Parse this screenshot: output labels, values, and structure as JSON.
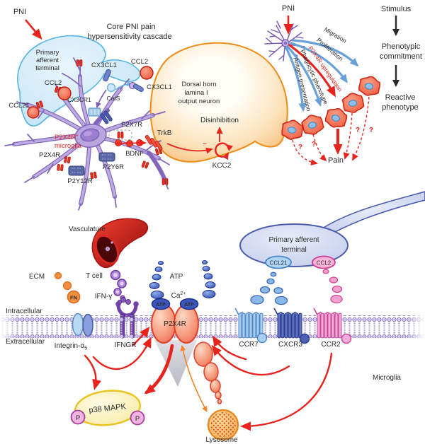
{
  "panel_cascade": {
    "pni": "PNI",
    "title_line1": "Core PNI pain",
    "title_line2": "hypersensitivity cascade",
    "primary_afferent_line1": "Primary",
    "primary_afferent_line2": "afferent",
    "primary_afferent_line3": "terminal",
    "ccl2_terminal": "CCL2",
    "ccl21": "CCL21",
    "cx3cl1_terminal": "CX3CL1",
    "cx3cr1": "CX3CR1",
    "cats": "CatS",
    "p2x7r": "P2X7R",
    "ccl2_neuron": "CCL2",
    "cx3cl1_neuron": "CX3CL1",
    "neuron_line1": "Dorsal horn",
    "neuron_line2": "lamina I",
    "neuron_line3": "output neuron",
    "microglia_base": "P2X4R",
    "microglia_sup": "+",
    "microglia_line2": "microglia",
    "p2x4r": "P2X4R",
    "p2y12r": "P2Y12R",
    "p2y6r": "P2Y6R",
    "bdnf": "BDNF",
    "trkb": "TrkB",
    "minus": "–",
    "kcc2": "KCC2",
    "disinhibition": "Disinhibition"
  },
  "panel_phenotype": {
    "pni": "PNI",
    "stimulus": "Stimulus",
    "phenotypic_line1": "Phenotypic",
    "phenotypic_line2": "commitment",
    "reactive_line1": "Reactive",
    "reactive_line2": "phenotype",
    "arrow_migration": "Migration",
    "arrow_proliferation": "Proliferation",
    "arrow_upregulation": "P2X4R upregulation",
    "arrow_phagocytic": "Phagocytic phenotype",
    "arrow_antigen": "Antigen presentation",
    "pain": "Pain",
    "question_mark": "?"
  },
  "panel_membrane": {
    "vasculature": "Vasculature",
    "t_cell": "T cell",
    "ecm": "ECM",
    "fn": "FN",
    "ifn_gamma": "IFN-γ",
    "ifngr": "IFNGR",
    "intracellular": "Intracellular",
    "extracellular": "Extracellular",
    "integrin_base": "Integrin-α",
    "integrin_sub": "5",
    "atp": "ATP",
    "atp_bound": "ATP",
    "ca_base": "Ca",
    "ca_sup": "2+",
    "p2x4r": "P2X4R",
    "ccr7": "CCR7",
    "cxcr3": "CXCR3",
    "ccr2": "CCR2",
    "pat_line1": "Primary afferent",
    "pat_line2": "terminal",
    "ccl21_pill": "CCL21",
    "ccl2_pill": "CCL2",
    "microglia": "Microglia",
    "p38": "p38 MAPK",
    "phospho": "P",
    "lysosome": "Lysosome"
  },
  "colors": {
    "red": "#e8221c",
    "blue_arrow": "#68a0d8",
    "membrane_purple": "#8a7ac0",
    "neuron_orange": "#ee8c18",
    "terminal_blue": "#56b4e4",
    "microglia_purple": "#8266bc",
    "salmon_receptor": "#e04028",
    "atp_blue": "#2a46ac",
    "p38_yellow": "#e8c424",
    "lysosome_orange": "#e8841c"
  }
}
